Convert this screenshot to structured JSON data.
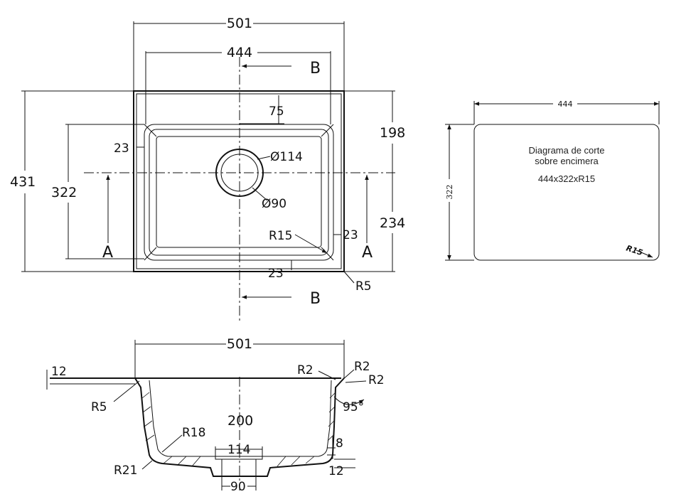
{
  "top_view": {
    "dims": {
      "overall_width": "501",
      "bowl_width": "444",
      "overall_depth": "431",
      "bowl_depth": "322",
      "drain_offset_top": "198",
      "drain_offset_bottom": "234",
      "drain_offset_side": "75",
      "rim_left": "23",
      "rim_right": "23",
      "rim_bottom": "23",
      "drain_outer": "Ø114",
      "drain_inner": "Ø90",
      "inner_radius": "R15",
      "outer_radius": "R5"
    },
    "section_marks": {
      "a_left": "A",
      "a_right": "A",
      "b_top": "B",
      "b_bottom": "B"
    }
  },
  "cut_diagram": {
    "width": "444",
    "height": "322",
    "title_line1": "Diagrama de corte",
    "title_line2": "sobre encimera",
    "size": "444x322xR15",
    "radius": "R15"
  },
  "section_view": {
    "dims": {
      "overall_width": "501",
      "rim_thickness": "12",
      "left_rim_radius": "R5",
      "r2_a": "R2",
      "r2_b": "R2",
      "r2_c": "R2",
      "angle": "95°",
      "depth": "200",
      "bottom_radius": "R18",
      "outer_bottom_radius": "R21",
      "drain_top": "114",
      "drain_bottom": "90",
      "wall": "8",
      "base": "12"
    }
  }
}
